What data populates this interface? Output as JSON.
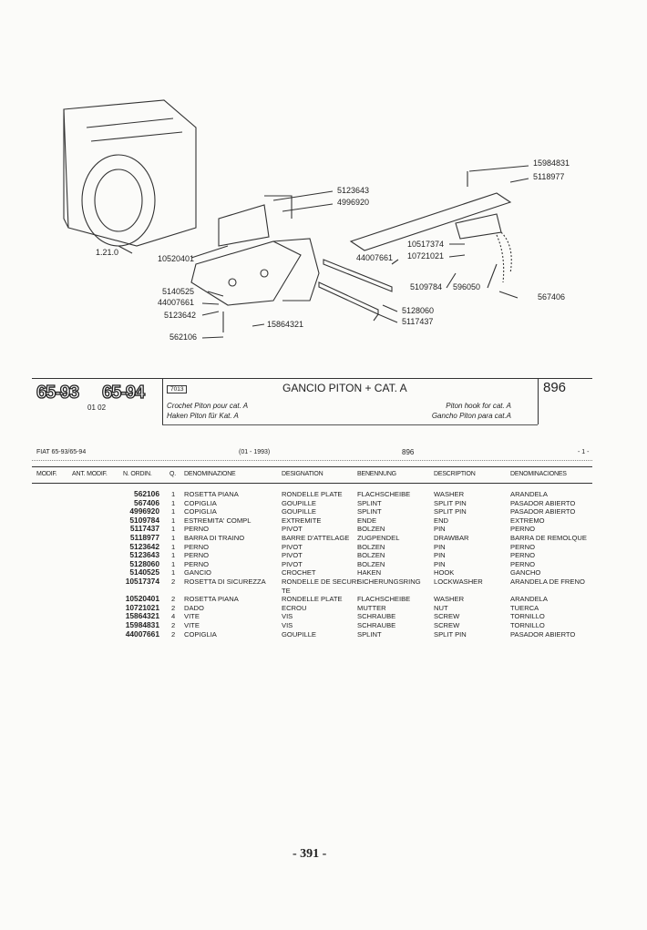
{
  "diagram": {
    "labels": [
      "15984831",
      "5118977",
      "5123643",
      "4996920",
      "1.21.0",
      "10520401",
      "10517374",
      "10721021",
      "44007661",
      "5140525",
      "44007661",
      "5123642",
      "5109784",
      "596050",
      "567406",
      "5128060",
      "5117437",
      "15864321",
      "562106"
    ]
  },
  "header": {
    "models": [
      "65-93",
      "65-94"
    ],
    "model_code": "01 02",
    "group_code": "7013",
    "title": "GANCIO PITON + CAT. A",
    "page_ref": "896",
    "subtitle_fr": "Crochet Piton pour cat. A",
    "subtitle_de": "Haken Piton für Kat. A",
    "subtitle_en": "Piton hook for cat. A",
    "subtitle_es": "Gancho Piton para cat.A"
  },
  "listing": {
    "model": "FIAT 65-93/65-94",
    "date": "(01 - 1993)",
    "table_no": "896",
    "sheet": "- 1 -",
    "columns": [
      "MODIF.",
      "ANT. MODIF.",
      "N. ORDIN.",
      "Q.",
      "DENOMINAZIONE",
      "DESIGNATION",
      "BENENNUNG",
      "DESCRIPTION",
      "DENOMINACIONES"
    ],
    "rows": [
      {
        "num": "562106",
        "q": "1",
        "it": "ROSETTA PIANA",
        "fr": "RONDELLE PLATE",
        "de": "FLACHSCHEIBE",
        "en": "WASHER",
        "es": "ARANDELA"
      },
      {
        "num": "567406",
        "q": "1",
        "it": "COPIGLIA",
        "fr": "GOUPILLE",
        "de": "SPLINT",
        "en": "SPLIT PIN",
        "es": "PASADOR ABIERTO"
      },
      {
        "num": "4996920",
        "q": "1",
        "it": "COPIGLIA",
        "fr": "GOUPILLE",
        "de": "SPLINT",
        "en": "SPLIT PIN",
        "es": "PASADOR ABIERTO"
      },
      {
        "num": "5109784",
        "q": "1",
        "it": "ESTREMITA' COMPL",
        "fr": "EXTREMITE",
        "de": "ENDE",
        "en": "END",
        "es": "EXTREMO"
      },
      {
        "num": "5117437",
        "q": "1",
        "it": "PERNO",
        "fr": "PIVOT",
        "de": "BOLZEN",
        "en": "PIN",
        "es": "PERNO"
      },
      {
        "num": "5118977",
        "q": "1",
        "it": "BARRA DI TRAINO",
        "fr": "BARRE D'ATTELAGE",
        "de": "ZUGPENDEL",
        "en": "DRAWBAR",
        "es": "BARRA DE REMOLQUE"
      },
      {
        "num": "5123642",
        "q": "1",
        "it": "PERNO",
        "fr": "PIVOT",
        "de": "BOLZEN",
        "en": "PIN",
        "es": "PERNO"
      },
      {
        "num": "5123643",
        "q": "1",
        "it": "PERNO",
        "fr": "PIVOT",
        "de": "BOLZEN",
        "en": "PIN",
        "es": "PERNO"
      },
      {
        "num": "5128060",
        "q": "1",
        "it": "PERNO",
        "fr": "PIVOT",
        "de": "BOLZEN",
        "en": "PIN",
        "es": "PERNO"
      },
      {
        "num": "5140525",
        "q": "1",
        "it": "GANCIO",
        "fr": "CROCHET",
        "de": "HAKEN",
        "en": "HOOK",
        "es": "GANCHO"
      },
      {
        "num": "10517374",
        "q": "2",
        "it": "ROSETTA DI SICUREZZA",
        "fr": "RONDELLE DE SECURI",
        "fr2": "TE",
        "de": "SICHERUNGSRING",
        "en": "LOCKWASHER",
        "es": "ARANDELA DE FRENO"
      },
      {
        "num": "10520401",
        "q": "2",
        "it": "ROSETTA PIANA",
        "fr": "RONDELLE PLATE",
        "de": "FLACHSCHEIBE",
        "en": "WASHER",
        "es": "ARANDELA"
      },
      {
        "num": "10721021",
        "q": "2",
        "it": "DADO",
        "fr": "ECROU",
        "de": "MUTTER",
        "en": "NUT",
        "es": "TUERCA"
      },
      {
        "num": "15864321",
        "q": "4",
        "it": "VITE",
        "fr": "VIS",
        "de": "SCHRAUBE",
        "en": "SCREW",
        "es": "TORNILLO"
      },
      {
        "num": "15984831",
        "q": "2",
        "it": "VITE",
        "fr": "VIS",
        "de": "SCHRAUBE",
        "en": "SCREW",
        "es": "TORNILLO"
      },
      {
        "num": "44007661",
        "q": "2",
        "it": "COPIGLIA",
        "fr": "GOUPILLE",
        "de": "SPLINT",
        "en": "SPLIT PIN",
        "es": "PASADOR ABIERTO"
      }
    ]
  },
  "footer": {
    "page_number": "- 391 -"
  }
}
